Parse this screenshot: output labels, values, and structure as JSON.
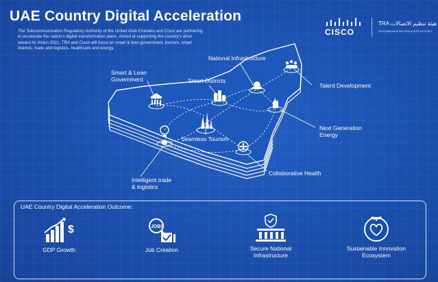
{
  "header": {
    "title": "UAE Country Digital Acceleration",
    "intro": "The Telecommunication Regulatory Authority of the United Arab Emirates and Cisco are partnering to accelerate the nation's digital transformation plans. Aimed at supporting the country's drive toward its Vision 2021, TRA and Cisco will focus on smart & lean government, tourism, smart districts, trade and logistics, healthcare and energy."
  },
  "logos": {
    "cisco": "CISCO",
    "tra": "TRA هيئة تنظيم الاتصالات",
    "tra_sub": "TELECOMMUNICATIONS REGULATORY AUTHORITY"
  },
  "map_labels": {
    "smart_lean_1": "Smart & Lean",
    "smart_lean_2": "Government",
    "smart_districts": "Smart Districts",
    "national_infra": "National Infrastructure",
    "talent": "Talent Development",
    "next_gen_1": "Next Generation",
    "next_gen_2": "Energy",
    "tourism": "Seamless Tourism",
    "health": "Collaborative Health",
    "trade_1": "Intelligent trade",
    "trade_2": "& logistics"
  },
  "outcome": {
    "title": "UAE Country Digital Acceleration Outcome:",
    "gdp": "GDP Growth",
    "jobs": "Job Creation",
    "infra_1": "Secure National",
    "infra_2": "Infrastructure",
    "eco_1": "Sustainable Innovation",
    "eco_2": "Ecosystem"
  },
  "colors": {
    "background": "#1b4fae",
    "foreground": "#ffffff"
  }
}
